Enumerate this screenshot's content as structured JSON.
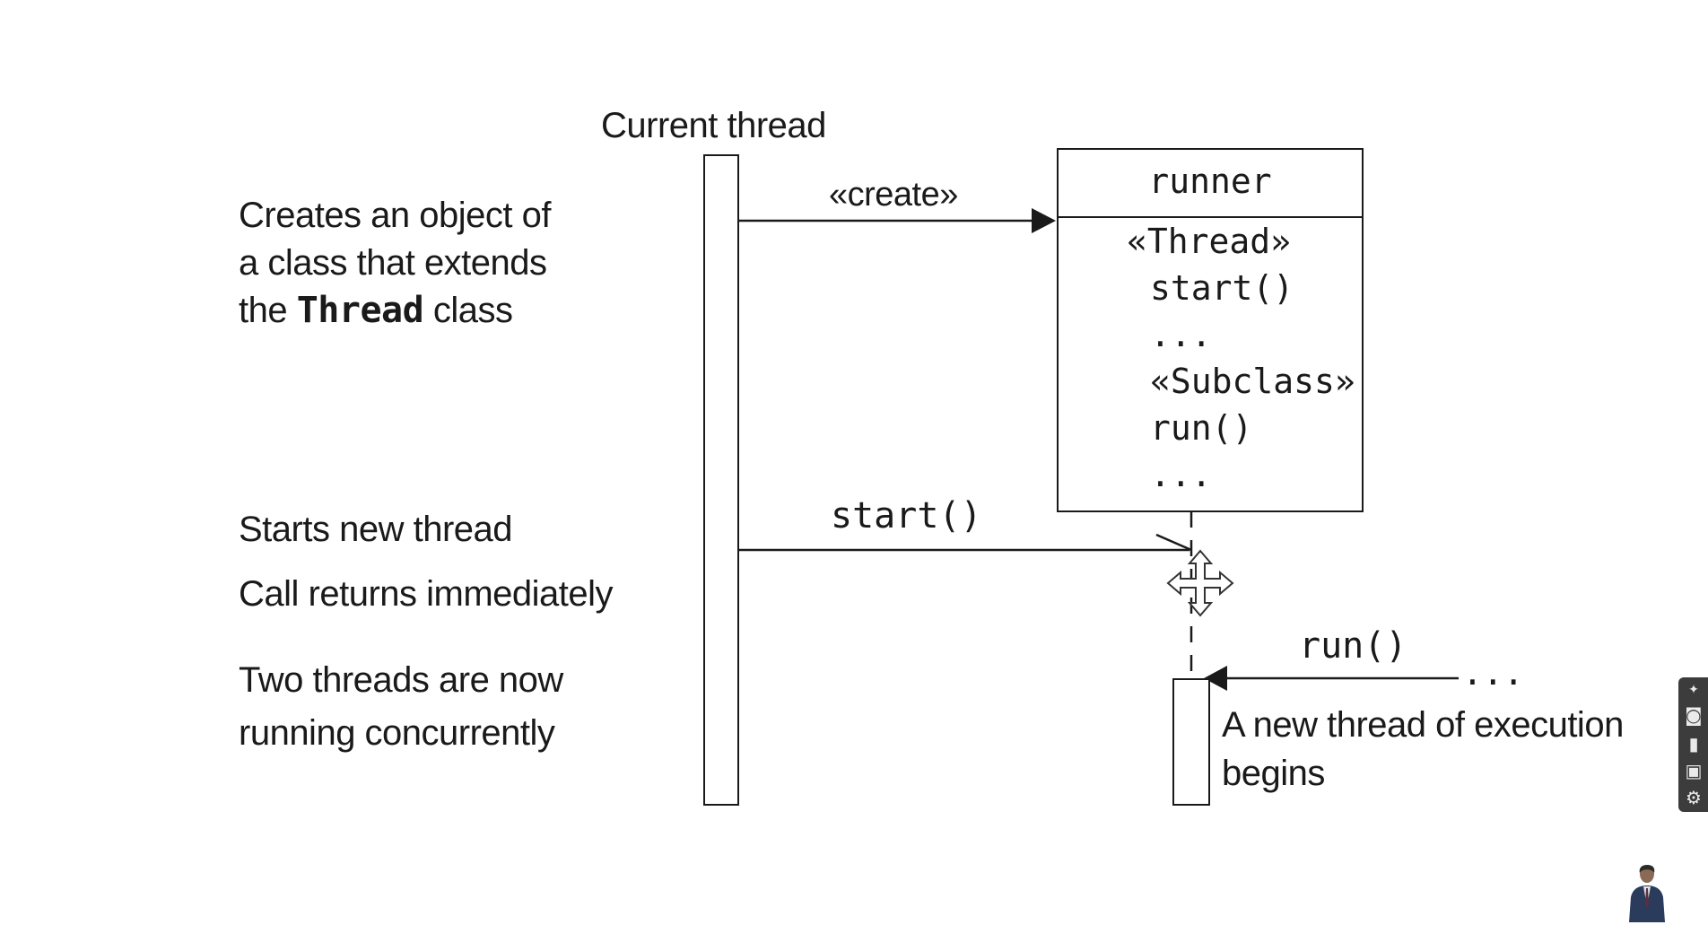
{
  "lifeline": {
    "title": "Current thread"
  },
  "left_notes": {
    "creates": {
      "line1": "Creates an object of",
      "line2": "a class that extends",
      "line3_prefix": "the ",
      "line3_code": "Thread",
      "line3_suffix": " class"
    },
    "starts": "Starts new thread",
    "returns": "Call returns immediately",
    "concurrent_line1": "Two threads are now",
    "concurrent_line2": "running concurrently"
  },
  "messages": {
    "create": "«create»",
    "start": "start()",
    "run": "run()",
    "run_ellipsis": "..."
  },
  "class_box": {
    "name": "runner",
    "lines": [
      "«Thread»",
      "start()",
      "...",
      "«Subclass»",
      "run()",
      "..."
    ]
  },
  "new_thread_note": {
    "line1": "A new thread of execution",
    "line2": "begins"
  },
  "overlay": {
    "cursor_icon": "move-cursor-icon",
    "toolbar_icons": [
      "pin-icon",
      "camera-icon",
      "video-icon",
      "image-icon",
      "gear-icon"
    ],
    "presenter_icon": "presenter-avatar"
  }
}
